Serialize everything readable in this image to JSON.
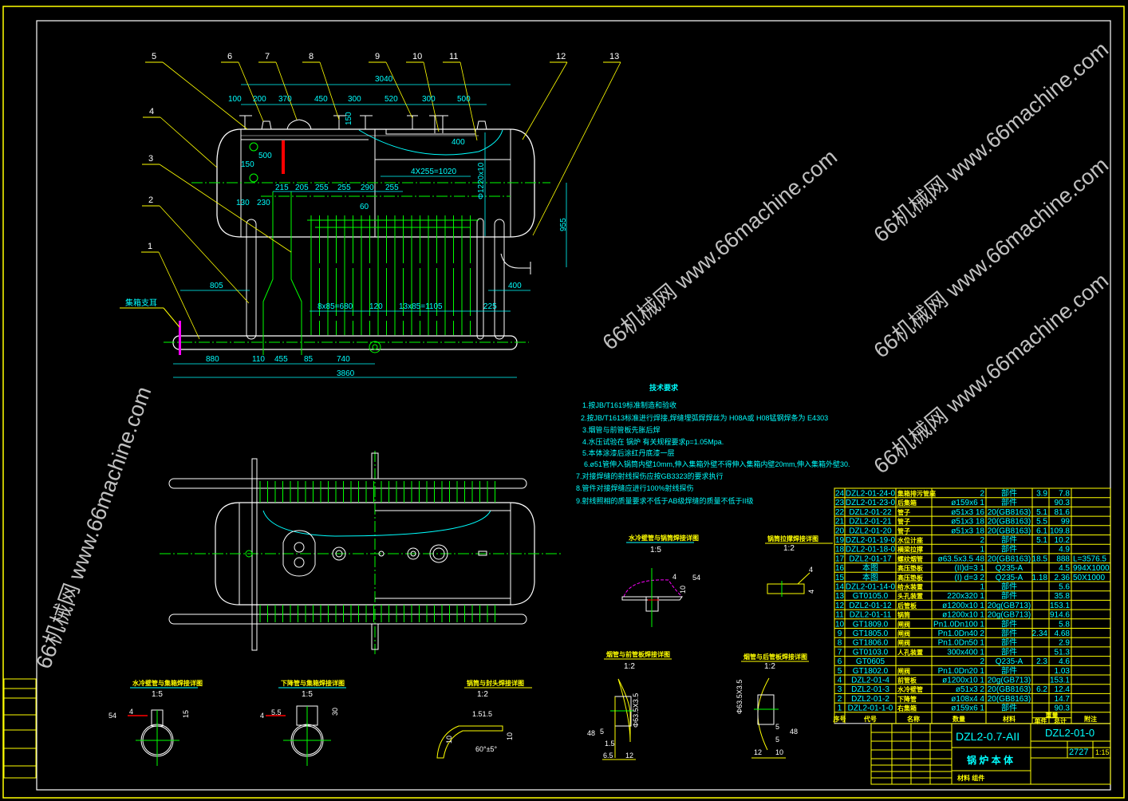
{
  "drawing": {
    "title_code": "DZL2-0.7-AII",
    "drawing_no": "DZL2-01-0",
    "part_name": "锅 炉 本 体",
    "material_label": "材料 组件",
    "weight": "2727",
    "scale": "1:15"
  },
  "watermark": {
    "text": "66机械网 www.66machine.com"
  },
  "main_view": {
    "callouts": [
      "5",
      "6",
      "7",
      "8",
      "9",
      "10",
      "11",
      "12",
      "13",
      "4",
      "3",
      "2",
      "1"
    ],
    "support_label": "集箱支耳",
    "dimensions": [
      "3040",
      "100",
      "200",
      "370",
      "450",
      "300",
      "520",
      "300",
      "500",
      "400",
      "500",
      "150",
      "4X255=1020",
      "215",
      "205",
      "255",
      "255",
      "290",
      "255",
      "130",
      "230",
      "60",
      "805",
      "8x85=680",
      "120",
      "13x85=1105",
      "225",
      "400",
      "880",
      "110",
      "455",
      "85",
      "740",
      "3860",
      "Φ1220x10",
      "955",
      "150"
    ]
  },
  "technical_requirements": {
    "title": "技术要求",
    "items": [
      "1.按JB/T1619标准制造和验收",
      "2.按JB/T1613标准进行焊接,焊缝埋弧焊焊丝为 H08A或 H08锰钢焊条为 E4303",
      "3.烟管与前管板先胀后焊",
      "4.水压试验在  锅炉  有关规程要求p=1.05Mpa.",
      "5.本体涂漆后涂红丹底漆一层",
      "6.ø51管伸入锅筒内壁10mm,伸入集箱外壁不得伸入集箱内壁20mm,伸入集箱外壁30.",
      "7.对接焊缝的射线探伤应按GB3323的要求执行",
      "8.管件对接焊缝应进行100%射线探伤",
      "9.射线照相的质量要求不低于AB级焊缝的质量不低于II级"
    ]
  },
  "details": [
    {
      "title": "水冷壁管与锅筒焊接详图",
      "scale": "1:5",
      "labels": [
        "4",
        "54",
        "10"
      ]
    },
    {
      "title": "锅筒拉撑焊接详图",
      "scale": "1:2",
      "labels": [
        "4",
        "4"
      ]
    },
    {
      "title": "烟管与前管板焊接详图",
      "scale": "1:2",
      "labels": [
        "Φ63.5X3.5",
        "48",
        "5",
        "1.5",
        "6.5",
        "12"
      ]
    },
    {
      "title": "烟管与后管板焊接详图",
      "scale": "1:2",
      "labels": [
        "Φ63.5X3.5",
        "5",
        "48",
        "5",
        "12",
        "10"
      ]
    },
    {
      "title": "水冷壁管与集箱焊接详图",
      "scale": "1:5",
      "labels": [
        "54",
        "4",
        "15"
      ]
    },
    {
      "title": "下降管与集箱焊接详图",
      "scale": "1:5",
      "labels": [
        "4",
        "5.5",
        "30"
      ]
    },
    {
      "title": "锅筒与封头焊接详图",
      "scale": "1:2",
      "labels": [
        "1.51.5",
        "10",
        "10",
        "60°±5°"
      ]
    }
  ],
  "parts_table": {
    "headers": [
      "序号",
      "代号",
      "名称",
      "数量",
      "材料",
      "单件",
      "总计",
      "附注"
    ],
    "weight_header": "重量",
    "rows": [
      [
        "24",
        "DZL2-01-24-0",
        "集箱排污管座",
        "2",
        "部件",
        "3.9",
        "7.8",
        ""
      ],
      [
        "23",
        "DZL2-01-23-0",
        "后集箱",
        "ø159x6 1",
        "部件",
        "",
        "90.3",
        ""
      ],
      [
        "22",
        "DZL2-01-22",
        "管子",
        "ø51x3 16",
        "20(GB8163)",
        "5.1",
        "81.6",
        ""
      ],
      [
        "21",
        "DZL2-01-21",
        "管子",
        "ø51x3 18",
        "20(GB8163)",
        "5.5",
        "99",
        ""
      ],
      [
        "20",
        "DZL2-01-20",
        "管子",
        "ø51x3 18",
        "20(GB8163)",
        "6.1",
        "109.8",
        ""
      ],
      [
        "19",
        "DZL2-01-19-0",
        "水位计座",
        "2",
        "部件",
        "5.1",
        "10.2",
        ""
      ],
      [
        "18",
        "DZL2-01-18-0",
        "横梁拉撑",
        "1",
        "部件",
        "",
        "4.9",
        ""
      ],
      [
        "17",
        "DZL2-01-17",
        "螺纹烟管",
        "ø63.5x3.5 48",
        "20(GB8163)",
        "18.5",
        "888",
        "L=3576.5"
      ],
      [
        "16",
        "本图",
        "高压垫板",
        "(II)d=3 1",
        "Q235-A",
        "",
        "4.5",
        "994X1000"
      ],
      [
        "15",
        "本图",
        "高压垫板",
        "(I) d=3 2",
        "Q235-A",
        "1.18",
        "2.36",
        "50X1000"
      ],
      [
        "14",
        "DZL2-01-14-0",
        "给水装置",
        "1",
        "部件",
        "",
        "5.6",
        ""
      ],
      [
        "13",
        "GT0105.0",
        "头孔装置",
        "220x320 1",
        "部件",
        "",
        "35.8",
        ""
      ],
      [
        "12",
        "DZL2-01-12",
        "后管板",
        "ø1200x10 1",
        "20g(GB713)",
        "",
        "153.1",
        ""
      ],
      [
        "11",
        "DZL2-01-11",
        "锅筒",
        "ø1200x10 1",
        "20g(GB713)",
        "",
        "914.6",
        ""
      ],
      [
        "10",
        "GT1809.0",
        "闸阀",
        "Pn1.0Dn100 1",
        "部件",
        "",
        "5.8",
        ""
      ],
      [
        "9",
        "GT1805.0",
        "闸阀",
        "Pn1.0Dn40 2",
        "部件",
        "2.34",
        "4.68",
        ""
      ],
      [
        "8",
        "GT1806.0",
        "闸阀",
        "Pn1.0Dn50 1",
        "部件",
        "",
        "2.9",
        ""
      ],
      [
        "7",
        "GT0103.0",
        "人孔装置",
        "300x400 1",
        "部件",
        "",
        "51.3",
        ""
      ],
      [
        "6",
        "GT0605",
        "",
        "2",
        "Q235-A",
        "2.3",
        "4.6",
        ""
      ],
      [
        "5",
        "GT1802.0",
        "闸阀",
        "Pn1.0Dn20 1",
        "部件",
        "",
        "1.03",
        ""
      ],
      [
        "4",
        "DZL2-01-4",
        "前管板",
        "ø1200x10 1",
        "20g(GB713)",
        "",
        "153.1",
        ""
      ],
      [
        "3",
        "DZL2-01-3",
        "水冷壁管",
        "ø51x3 2",
        "20(GB8163)",
        "6.2",
        "12.4",
        ""
      ],
      [
        "2",
        "DZL2-01-2",
        "下降管",
        "ø108x4 4",
        "20(GB8163)",
        "",
        "14.7",
        ""
      ],
      [
        "1",
        "DZL2-01-1-0",
        "右集箱",
        "ø159x6 1",
        "部件",
        "",
        "90.3",
        ""
      ]
    ]
  }
}
